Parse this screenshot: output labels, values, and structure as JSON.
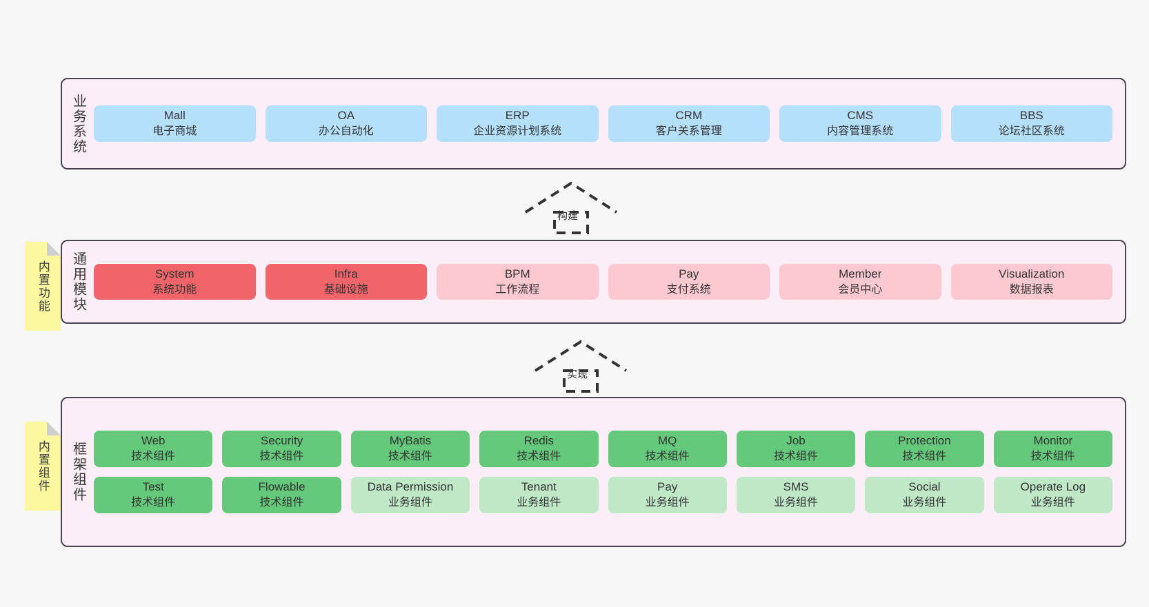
{
  "diagram": {
    "background": "#f7f7f7",
    "border_color": "#4a4450",
    "panel_bg": "#fbeef6",
    "colors": {
      "business": "#b5e0fb",
      "module_core": "#f1646a",
      "module_plain": "#fbc9cf",
      "component_tech": "#64c97a",
      "component_biz": "#bfe8c6",
      "note": "#fbf8a0",
      "note_fold": "#cfcfcf"
    }
  },
  "layers": {
    "business": {
      "label": "业务系统",
      "items": [
        {
          "name": "Mall",
          "desc": "电子商城"
        },
        {
          "name": "OA",
          "desc": "办公自动化"
        },
        {
          "name": "ERP",
          "desc": "企业资源计划系统"
        },
        {
          "name": "CRM",
          "desc": "客户关系管理"
        },
        {
          "name": "CMS",
          "desc": "内容管理系统"
        },
        {
          "name": "BBS",
          "desc": "论坛社区系统"
        }
      ]
    },
    "modules": {
      "label": "通用模块",
      "note": "内置功能",
      "items": [
        {
          "name": "System",
          "desc": "系统功能",
          "style": "core"
        },
        {
          "name": "Infra",
          "desc": "基础设施",
          "style": "core"
        },
        {
          "name": "BPM",
          "desc": "工作流程",
          "style": "plain"
        },
        {
          "name": "Pay",
          "desc": "支付系统",
          "style": "plain"
        },
        {
          "name": "Member",
          "desc": "会员中心",
          "style": "plain"
        },
        {
          "name": "Visualization",
          "desc": "数据报表",
          "style": "plain"
        }
      ]
    },
    "components": {
      "label": "框架组件",
      "note": "内置组件",
      "row1": [
        {
          "name": "Web",
          "desc": "技术组件"
        },
        {
          "name": "Security",
          "desc": "技术组件"
        },
        {
          "name": "MyBatis",
          "desc": "技术组件"
        },
        {
          "name": "Redis",
          "desc": "技术组件"
        },
        {
          "name": "MQ",
          "desc": "技术组件"
        },
        {
          "name": "Job",
          "desc": "技术组件"
        },
        {
          "name": "Protection",
          "desc": "技术组件"
        },
        {
          "name": "Monitor",
          "desc": "技术组件"
        }
      ],
      "row2": [
        {
          "name": "Test",
          "desc": "技术组件",
          "style": "tech"
        },
        {
          "name": "Flowable",
          "desc": "技术组件",
          "style": "tech"
        },
        {
          "name": "Data Permission",
          "desc": "业务组件",
          "style": "biz"
        },
        {
          "name": "Tenant",
          "desc": "业务组件",
          "style": "biz"
        },
        {
          "name": "Pay",
          "desc": "业务组件",
          "style": "biz"
        },
        {
          "name": "SMS",
          "desc": "业务组件",
          "style": "biz"
        },
        {
          "name": "Social",
          "desc": "业务组件",
          "style": "biz"
        },
        {
          "name": "Operate Log",
          "desc": "业务组件",
          "style": "biz"
        }
      ]
    }
  },
  "arrows": [
    {
      "label": "构建",
      "from": "通用模块",
      "to": "业务系统"
    },
    {
      "label": "实现",
      "from": "框架组件",
      "to": "通用模块"
    }
  ]
}
